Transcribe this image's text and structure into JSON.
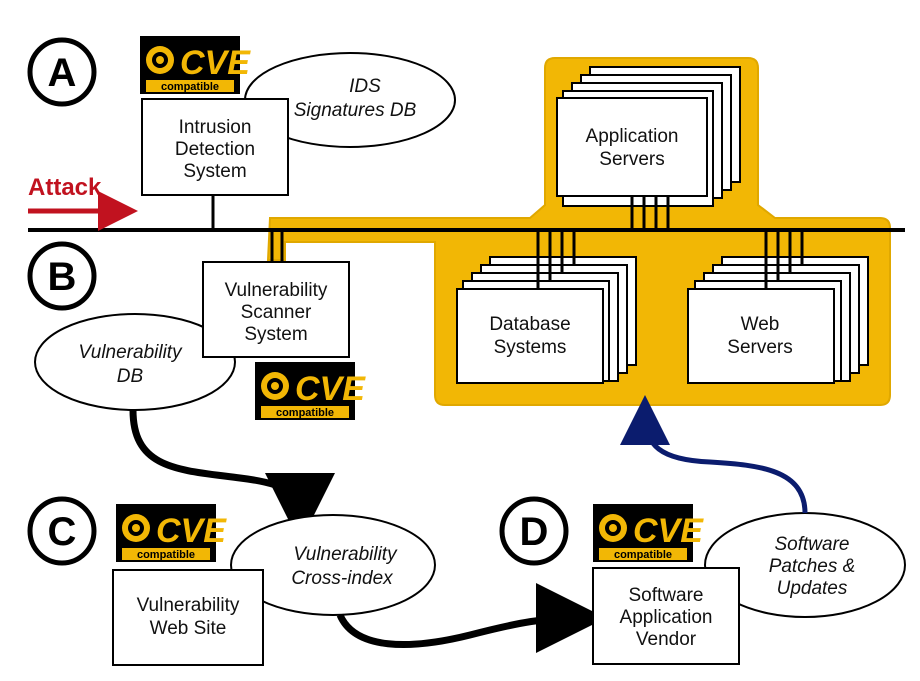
{
  "letters": {
    "a": "A",
    "b": "B",
    "c": "C",
    "d": "D"
  },
  "attack_label": "Attack",
  "cve_logo": {
    "brand": "CVE",
    "tag": "compatible"
  },
  "nodes": {
    "ids": [
      "Intrusion",
      "Detection",
      "System"
    ],
    "ids_db": [
      "IDS",
      "Signatures DB"
    ],
    "app_servers": [
      "Application",
      "Servers"
    ],
    "vuln_scanner": [
      "Vulnerability",
      "Scanner",
      "System"
    ],
    "vuln_db": [
      "Vulnerability",
      "DB"
    ],
    "db_systems": [
      "Database",
      "Systems"
    ],
    "web_servers": [
      "Web",
      "Servers"
    ],
    "vuln_site": [
      "Vulnerability",
      "Web Site"
    ],
    "cross_index": [
      "Vulnerability",
      "Cross-index"
    ],
    "vendor": [
      "Software",
      "Application",
      "Vendor"
    ],
    "patches": [
      "Software",
      "Patches &",
      "Updates"
    ]
  },
  "colors": {
    "highlight": "#f2b705",
    "attack_arrow": "#c1121f",
    "patch_arrow": "#0b1c6e",
    "line": "#000000"
  }
}
